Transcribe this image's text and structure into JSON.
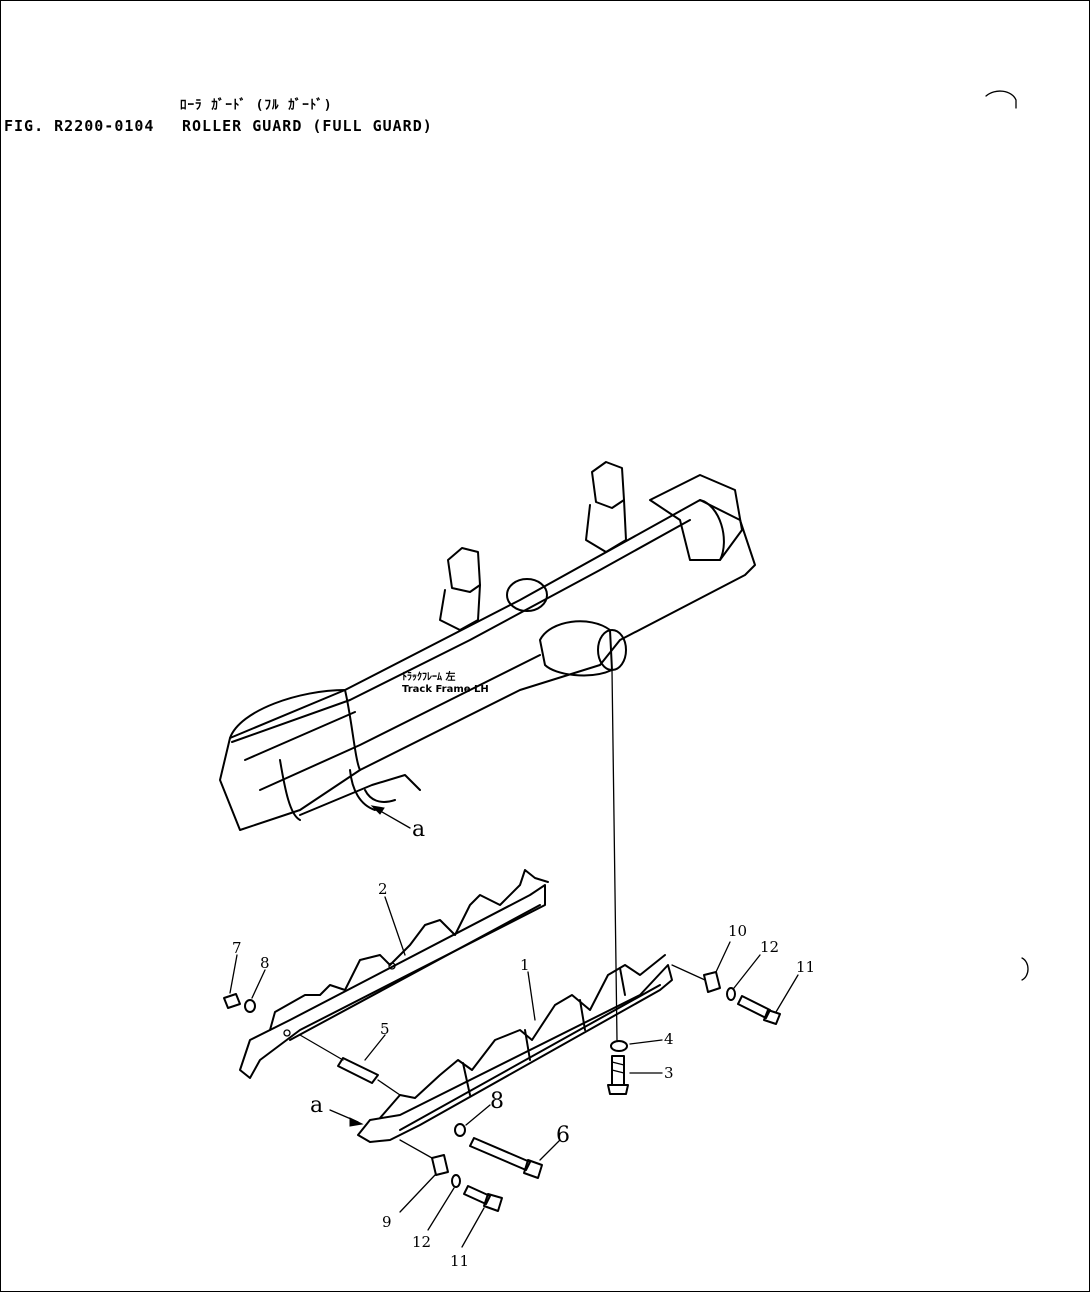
{
  "header": {
    "figure_number": "FIG. R2200-0104",
    "title_ja": "ﾛｰﾗ ｶﾞｰﾄﾞ (ﾌﾙ ｶﾞｰﾄﾞ)",
    "title_en": "ROLLER GUARD (FULL GUARD)"
  },
  "frame_label": {
    "ja": "ﾄﾗｯｸﾌﾚｰﾑ 左",
    "en": "Track Frame LH"
  },
  "callouts": {
    "p1": "1",
    "p2": "2",
    "p3": "3",
    "p4": "4",
    "p5": "5",
    "p6": "6",
    "p7": "7",
    "p8a": "8",
    "p8b": "8",
    "p9": "9",
    "p10": "10",
    "p11a": "11",
    "p11b": "11",
    "p12a": "12",
    "p12b": "12",
    "ref_a1": "a",
    "ref_a2": "a"
  }
}
